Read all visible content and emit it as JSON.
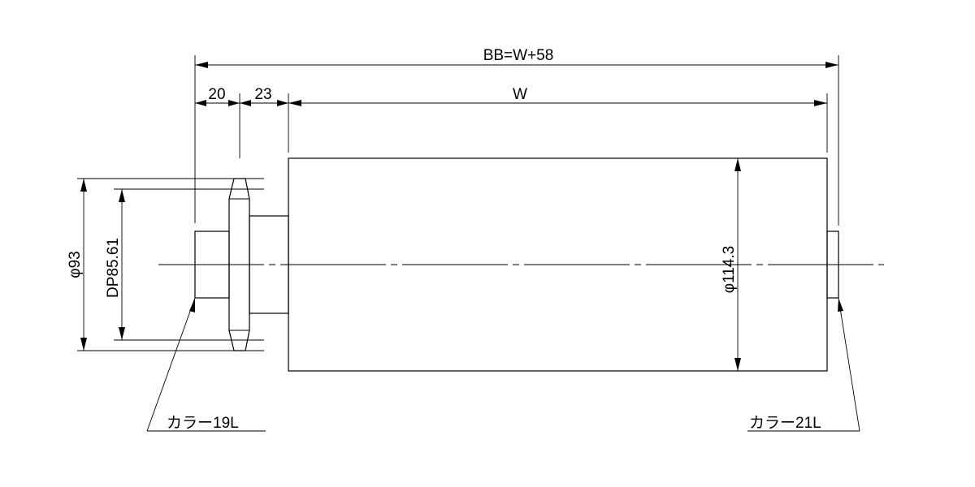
{
  "dimensions": {
    "overall": "BB=W+58",
    "seg_a": "20",
    "seg_b": "23",
    "width": "W",
    "dia_93": "φ93",
    "dp": "DP85.61",
    "dia_roller": "φ114.3"
  },
  "callouts": {
    "left_collar": "カラー19L",
    "right_collar": "カラー21L"
  },
  "colors": {
    "line": "#000000",
    "background": "#ffffff"
  }
}
